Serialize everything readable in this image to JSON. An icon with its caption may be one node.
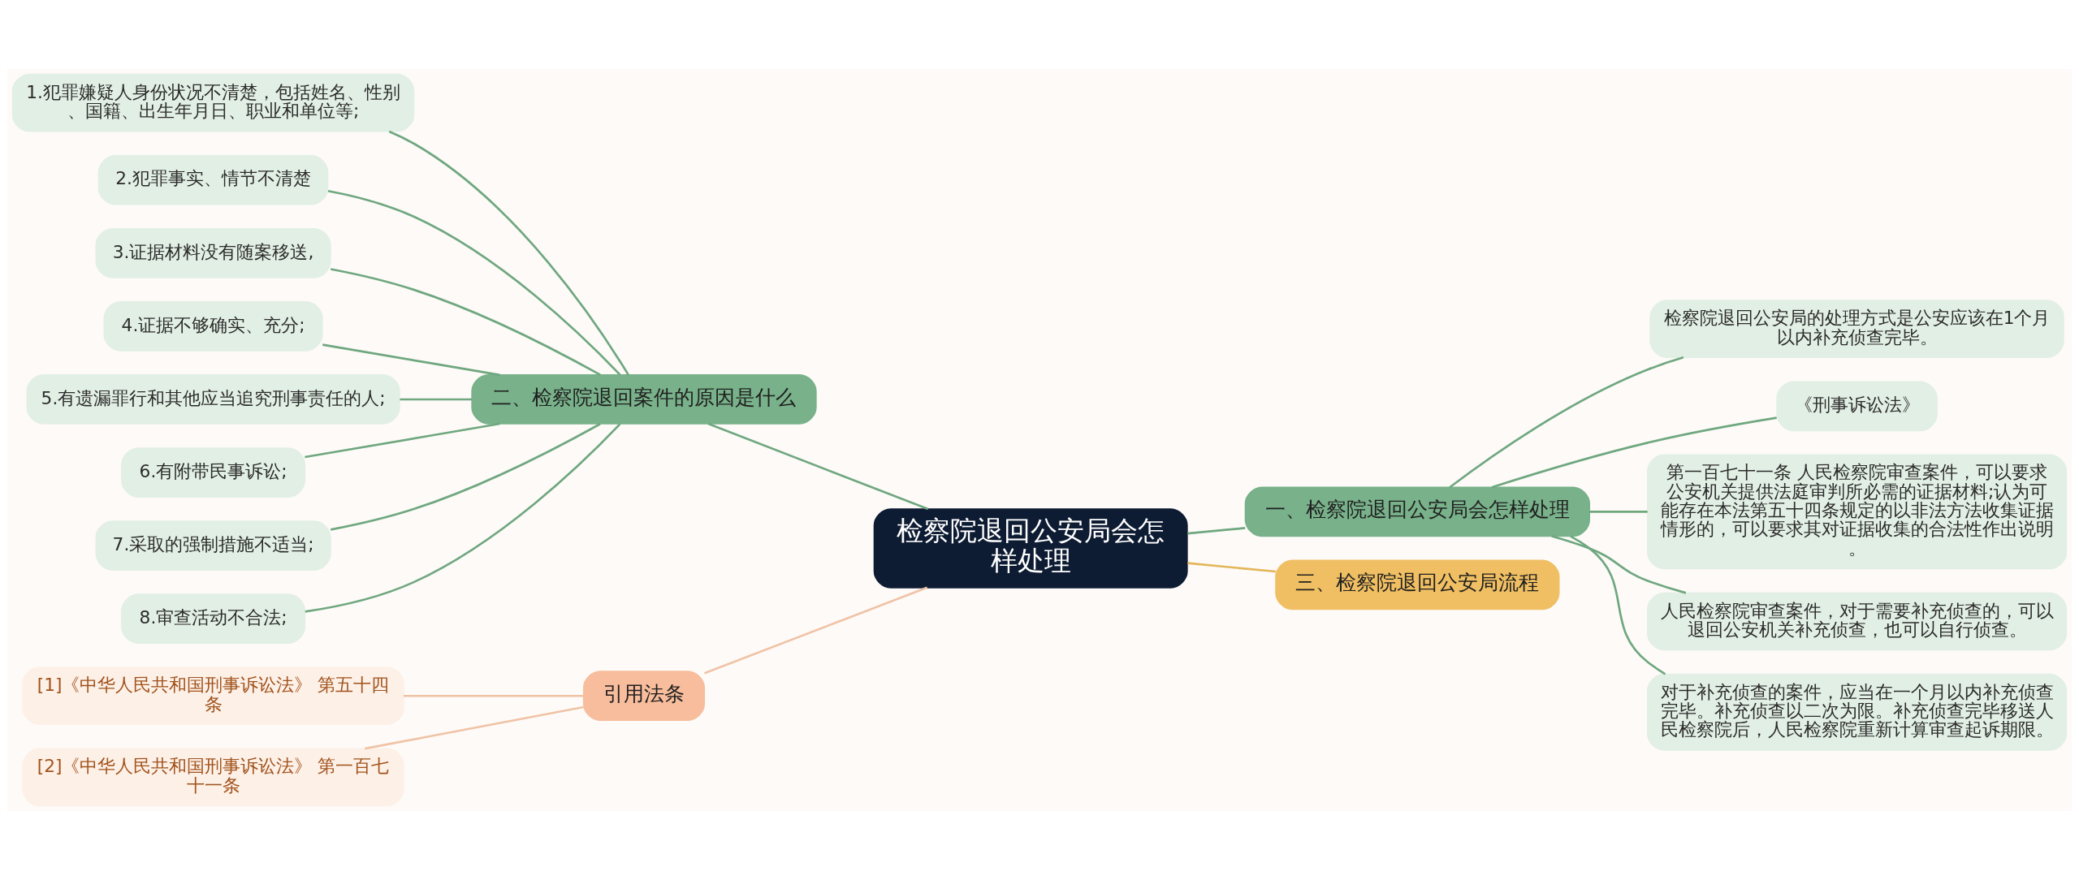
{
  "diagram": {
    "nodes": [
      {
        "text": [
          "检察院退回公安局会怎样处理"
        ]
      },
      {
        "text": [
          "一、检察院退回公安局会怎样处理"
        ]
      },
      {
        "text": [
          "检察院退回公安局的处理方式是公安应该在1个月以内补充侦查完毕。"
        ]
      },
      {
        "text": [
          "《刑事诉讼法》"
        ]
      },
      {
        "text": [
          "第一百七十一条 人民检察院审查案件，可以要求公安机关提供法庭审判所必需的证据材料;认为可能存在本法第五十四条规定的以非法方法收集证据情形的，可以要求其对证据收集的合法性作出说明。"
        ]
      },
      {
        "text": [
          "人民检察院审查案件，对于需要补充侦查的，可以退回公安机关补充侦查，也可以自行侦查。"
        ]
      },
      {
        "text": [
          "对于补充侦查的案件，应当在一个月以内补充侦查完毕。补充侦查以二次为限。补充侦查完毕移送人民检察院后，人民检察院重新计算审查起诉期限。"
        ]
      },
      {
        "text": [
          "二、检察院退回案件的原因是什么"
        ]
      },
      {
        "text": [
          "1.犯罪嫌疑人身份状况不清楚，包括姓名、性别、国籍、出生年月日、职业和单位等;"
        ]
      },
      {
        "text": [
          "2.犯罪事实、情节不清楚"
        ]
      },
      {
        "text": [
          "3.证据材料没有随案移送,"
        ]
      },
      {
        "text": [
          "4.证据不够确实、充分;"
        ]
      },
      {
        "text": [
          "5.有遗漏罪行和其他应当追究刑事责任的人;"
        ]
      },
      {
        "text": [
          "6.有附带民事诉讼;"
        ]
      },
      {
        "text": [
          "7.采取的强制措施不适当;"
        ]
      },
      {
        "text": [
          "8.审查活动不合法;"
        ]
      },
      {
        "text": [
          "三、检察院退回公安局流程"
        ]
      },
      {
        "text": [
          "引用法条"
        ]
      },
      {
        "text": [
          "[1]《中华人民共和国刑事诉讼法》 第五十四条"
        ]
      },
      {
        "text": [
          "[2]《中华人民共和国刑事诉讼法》 第一百七十一条"
        ]
      }
    ],
    "edges": [
      {
        "from": 0,
        "to": 1,
        "arrow": "none"
      },
      {
        "from": 1,
        "to": 2,
        "arrow": "none"
      },
      {
        "from": 1,
        "to": 3,
        "arrow": "none"
      },
      {
        "from": 1,
        "to": 4,
        "arrow": "none"
      },
      {
        "from": 1,
        "to": 5,
        "arrow": "none"
      },
      {
        "from": 1,
        "to": 6,
        "arrow": "none"
      },
      {
        "from": 0,
        "to": 7,
        "arrow": "none"
      },
      {
        "from": 7,
        "to": 8,
        "arrow": "none"
      },
      {
        "from": 7,
        "to": 9,
        "arrow": "none"
      },
      {
        "from": 7,
        "to": 10,
        "arrow": "none"
      },
      {
        "from": 7,
        "to": 11,
        "arrow": "none"
      },
      {
        "from": 7,
        "to": 12,
        "arrow": "none"
      },
      {
        "from": 7,
        "to": 13,
        "arrow": "none"
      },
      {
        "from": 7,
        "to": 14,
        "arrow": "none"
      },
      {
        "from": 7,
        "to": 15,
        "arrow": "none"
      },
      {
        "from": 0,
        "to": 16,
        "arrow": "none",
        "color": "#e3b65a"
      },
      {
        "from": 0,
        "to": 17,
        "arrow": "none",
        "color": "#f0c3a5"
      },
      {
        "from": 17,
        "to": 18,
        "arrow": "none",
        "color": "#f0c3a5"
      },
      {
        "from": 17,
        "to": 19,
        "arrow": "none",
        "color": "#f0c3a5"
      }
    ]
  }
}
